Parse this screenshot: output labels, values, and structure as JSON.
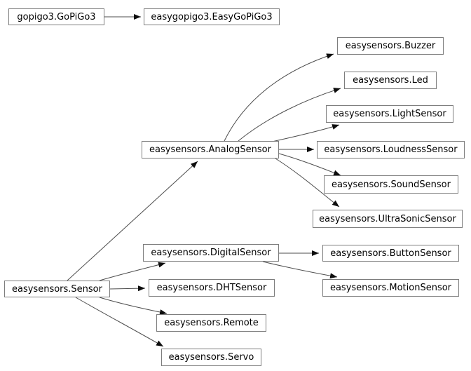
{
  "diagram": {
    "kind": "inheritance-graph",
    "background_color": "#ffffff",
    "node_fill": "#ffffff",
    "node_border_color": "#7d7d7d",
    "node_text_color": "#000000",
    "edge_color": "#4d4d4d",
    "arrowhead_color": "#0d0d0d"
  },
  "nodes": [
    {
      "label": "gopigo3.GoPiGo3"
    },
    {
      "label": "easygopigo3.EasyGoPiGo3"
    },
    {
      "label": "easysensors.Buzzer"
    },
    {
      "label": "easysensors.Led"
    },
    {
      "label": "easysensors.LightSensor"
    },
    {
      "label": "easysensors.AnalogSensor"
    },
    {
      "label": "easysensors.LoudnessSensor"
    },
    {
      "label": "easysensors.SoundSensor"
    },
    {
      "label": "easysensors.UltraSonicSensor"
    },
    {
      "label": "easysensors.DigitalSensor"
    },
    {
      "label": "easysensors.ButtonSensor"
    },
    {
      "label": "easysensors.Sensor"
    },
    {
      "label": "easysensors.DHTSensor"
    },
    {
      "label": "easysensors.MotionSensor"
    },
    {
      "label": "easysensors.Remote"
    },
    {
      "label": "easysensors.Servo"
    }
  ],
  "edges": [
    {
      "from": "gopigo3.GoPiGo3",
      "to": "easygopigo3.EasyGoPiGo3"
    },
    {
      "from": "easysensors.AnalogSensor",
      "to": "easysensors.Buzzer"
    },
    {
      "from": "easysensors.AnalogSensor",
      "to": "easysensors.Led"
    },
    {
      "from": "easysensors.AnalogSensor",
      "to": "easysensors.LightSensor"
    },
    {
      "from": "easysensors.AnalogSensor",
      "to": "easysensors.LoudnessSensor"
    },
    {
      "from": "easysensors.AnalogSensor",
      "to": "easysensors.SoundSensor"
    },
    {
      "from": "easysensors.AnalogSensor",
      "to": "easysensors.UltraSonicSensor"
    },
    {
      "from": "easysensors.Sensor",
      "to": "easysensors.AnalogSensor"
    },
    {
      "from": "easysensors.Sensor",
      "to": "easysensors.DigitalSensor"
    },
    {
      "from": "easysensors.Sensor",
      "to": "easysensors.DHTSensor"
    },
    {
      "from": "easysensors.Sensor",
      "to": "easysensors.Remote"
    },
    {
      "from": "easysensors.Sensor",
      "to": "easysensors.Servo"
    },
    {
      "from": "easysensors.DigitalSensor",
      "to": "easysensors.ButtonSensor"
    },
    {
      "from": "easysensors.DigitalSensor",
      "to": "easysensors.MotionSensor"
    }
  ]
}
